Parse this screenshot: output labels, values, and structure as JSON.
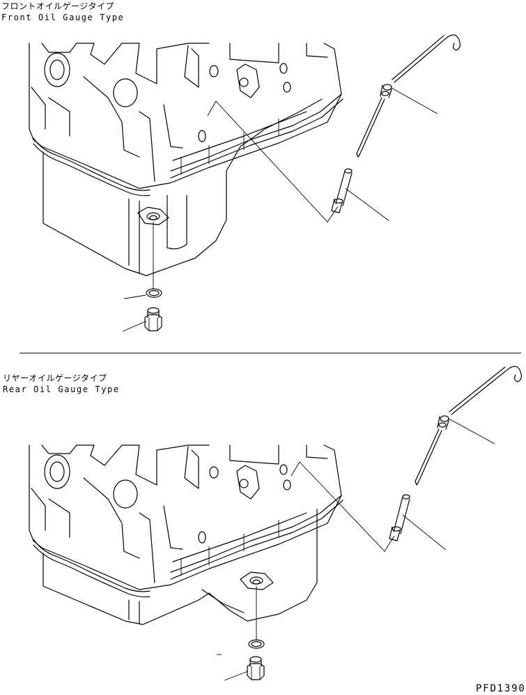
{
  "sections": [
    {
      "title_jp": "フロントオイルゲージタイプ",
      "title_en": "Front Oil Gauge Type"
    },
    {
      "title_jp": "リヤーオイルゲージタイプ",
      "title_en": "Rear Oil Gauge Type"
    }
  ],
  "drawing_code": "PFD1390"
}
